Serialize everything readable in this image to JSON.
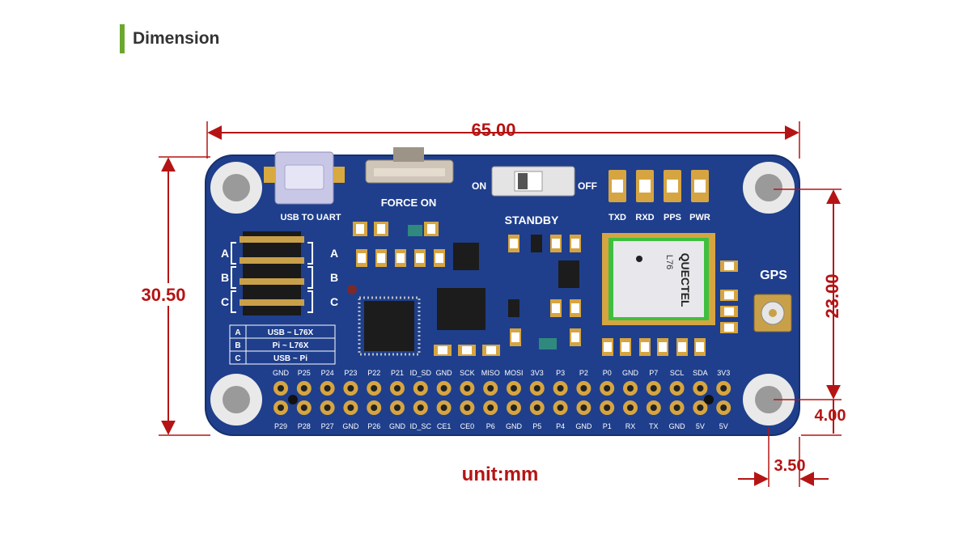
{
  "heading": {
    "title": "Dimension",
    "accent": "#6aa82d"
  },
  "dimensions": {
    "width": "65.00",
    "height": "30.50",
    "hole_span": "23.00",
    "hole_offset_y": "4.00",
    "hole_offset_x": "3.50",
    "unit": "unit:mm"
  },
  "board": {
    "usb_label": "USB TO UART",
    "force_on_label": "FORCE ON",
    "on_label": "ON",
    "off_label": "OFF",
    "standby_label": "STANDBY",
    "leds": [
      "TXD",
      "RXD",
      "PPS",
      "PWR"
    ],
    "gps_label": "GPS",
    "module_brand": "QUECTEL",
    "module_model": "L76",
    "jumper_rows": [
      "A",
      "B",
      "C"
    ],
    "mode_table": [
      {
        "key": "A",
        "value": "USB ~ L76X"
      },
      {
        "key": "B",
        "value": "Pi ~ L76X"
      },
      {
        "key": "C",
        "value": "USB ~ Pi"
      }
    ],
    "pins_top": [
      "GND",
      "P25",
      "P24",
      "P23",
      "P22",
      "P21",
      "ID_SD",
      "GND",
      "SCK",
      "MISO",
      "MOSI",
      "3V3",
      "P3",
      "P2",
      "P0",
      "GND",
      "P7",
      "SCL",
      "SDA",
      "3V3"
    ],
    "pins_bottom": [
      "P29",
      "P28",
      "P27",
      "GND",
      "P26",
      "GND",
      "ID_SC",
      "CE1",
      "CE0",
      "P6",
      "GND",
      "P5",
      "P4",
      "GND",
      "P1",
      "RX",
      "TX",
      "GND",
      "5V",
      "5V"
    ]
  },
  "colors": {
    "dimension": "#b51414",
    "board": "#1f3f8c",
    "pad": "#e0b44a"
  }
}
